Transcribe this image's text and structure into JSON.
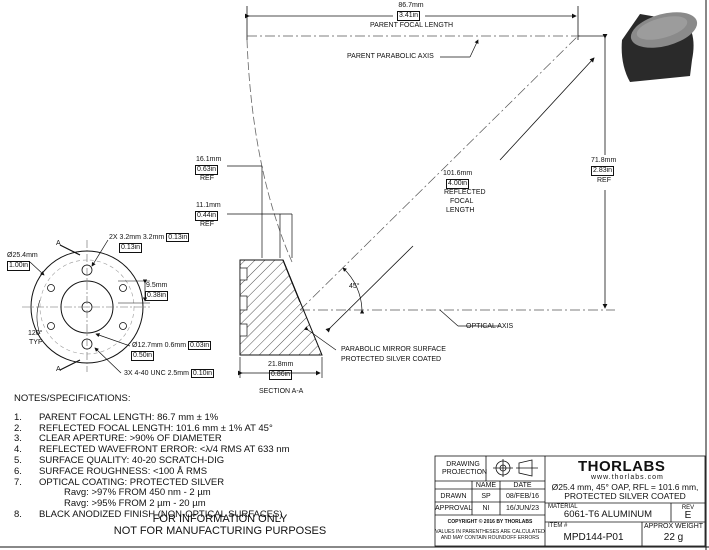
{
  "drawing": {
    "dim_parent_focal": {
      "mm": "86.7mm",
      "in": "3.41in",
      "label": "PARENT FOCAL LENGTH"
    },
    "parent_parabolic_axis": "PARENT PARABOLIC AXIS",
    "dim_16": {
      "mm": "16.1mm",
      "in": "0.63in",
      "ref": "REF"
    },
    "dim_11": {
      "mm": "11.1mm",
      "in": "0.44in",
      "ref": "REF"
    },
    "dim_101": {
      "mm": "101.6mm",
      "in": "4.00in",
      "l1": "REFLECTED",
      "l2": "FOCAL",
      "l3": "LENGTH"
    },
    "dim_71": {
      "mm": "71.8mm",
      "in": "2.83in",
      "ref": "REF"
    },
    "angle": "45°",
    "optical_axis": "OPTICAL AXIS",
    "mirror_l1": "PARABOLIC MIRROR SURFACE",
    "mirror_l2": "PROTECTED SILVER COATED",
    "dim_21": {
      "mm": "21.8mm",
      "in": "0.86in"
    },
    "section": "SECTION A-A",
    "dia_254": {
      "mm": "25.4mm",
      "in": "1.00in"
    },
    "hole_2x_l1": "2X  3.2mm  3.2mm",
    "hole_2x_in1": "0.13in",
    "hole_2x_in2": "0.13in",
    "dim_95": {
      "mm": "9.5mm",
      "in": "0.38in"
    },
    "angle_120": "120°",
    "typ": "TYP",
    "hole_127": "12.7mm  0.6mm",
    "hole_127_in1": "0.03in",
    "hole_127_in2": "0.50in",
    "thread": "3X 4-40 UNC  2.5mm",
    "thread_in": "0.10in",
    "section_mark": "A"
  },
  "notes": {
    "title": "NOTES/SPECIFICATIONS:",
    "items": [
      {
        "n": "1.",
        "text": "PARENT FOCAL LENGTH: 86.7 mm ± 1%"
      },
      {
        "n": "2.",
        "text": "REFLECTED FOCAL LENGTH: 101.6 mm ± 1% AT 45°"
      },
      {
        "n": "3.",
        "text": "CLEAR APERTURE: >90% OF DIAMETER"
      },
      {
        "n": "4.",
        "text": "REFLECTED WAVEFRONT ERROR: <λ/4 RMS AT 633 nm"
      },
      {
        "n": "5.",
        "text": "SURFACE QUALITY: 40-20 SCRATCH-DIG"
      },
      {
        "n": "6.",
        "text": "SURFACE ROUGHNESS: <100 Å RMS"
      },
      {
        "n": "7.",
        "text": "OPTICAL COATING: PROTECTED SILVER"
      }
    ],
    "sub1": "Ravg: >97% FROM 450 nm - 2 µm",
    "sub2": "Ravg: >95% FROM 2 µm - 20 µm",
    "item8": {
      "n": "8.",
      "text": "BLACK ANODIZED FINISH (NON-OPTICAL SURFACES)"
    },
    "disclaimer1": "FOR INFORMATION ONLY",
    "disclaimer2": "NOT FOR MANUFACTURING PURPOSES"
  },
  "title_block": {
    "drawing_projection": "DRAWING PROJECTION",
    "logo": "THORLABS",
    "website": "www.thorlabs.com",
    "col_name": "NAME",
    "col_date": "DATE",
    "drawn": "DRAWN",
    "drawn_name": "SP",
    "drawn_date": "08/FEB/16",
    "approval": "APPROVAL",
    "approval_name": "NI",
    "approval_date": "16/JUN/23",
    "description1": "Ø25.4 mm, 45° OAP, RFL = 101.6 mm,",
    "description2": "PROTECTED SILVER COATED",
    "material_label": "MATERIAL",
    "material": "6061-T6 ALUMINUM",
    "rev_label": "REV",
    "rev": "E",
    "copyright": "COPYRIGHT © 2016 BY THORLABS",
    "values_note1": "VALUES IN PARENTHESES ARE CALCULATED",
    "values_note2": "AND MAY CONTAIN ROUNDOFF ERRORS",
    "item_label": "ITEM #",
    "item": "MPD144-P01",
    "weight_label": "APPROX WEIGHT",
    "weight": "22 g"
  }
}
